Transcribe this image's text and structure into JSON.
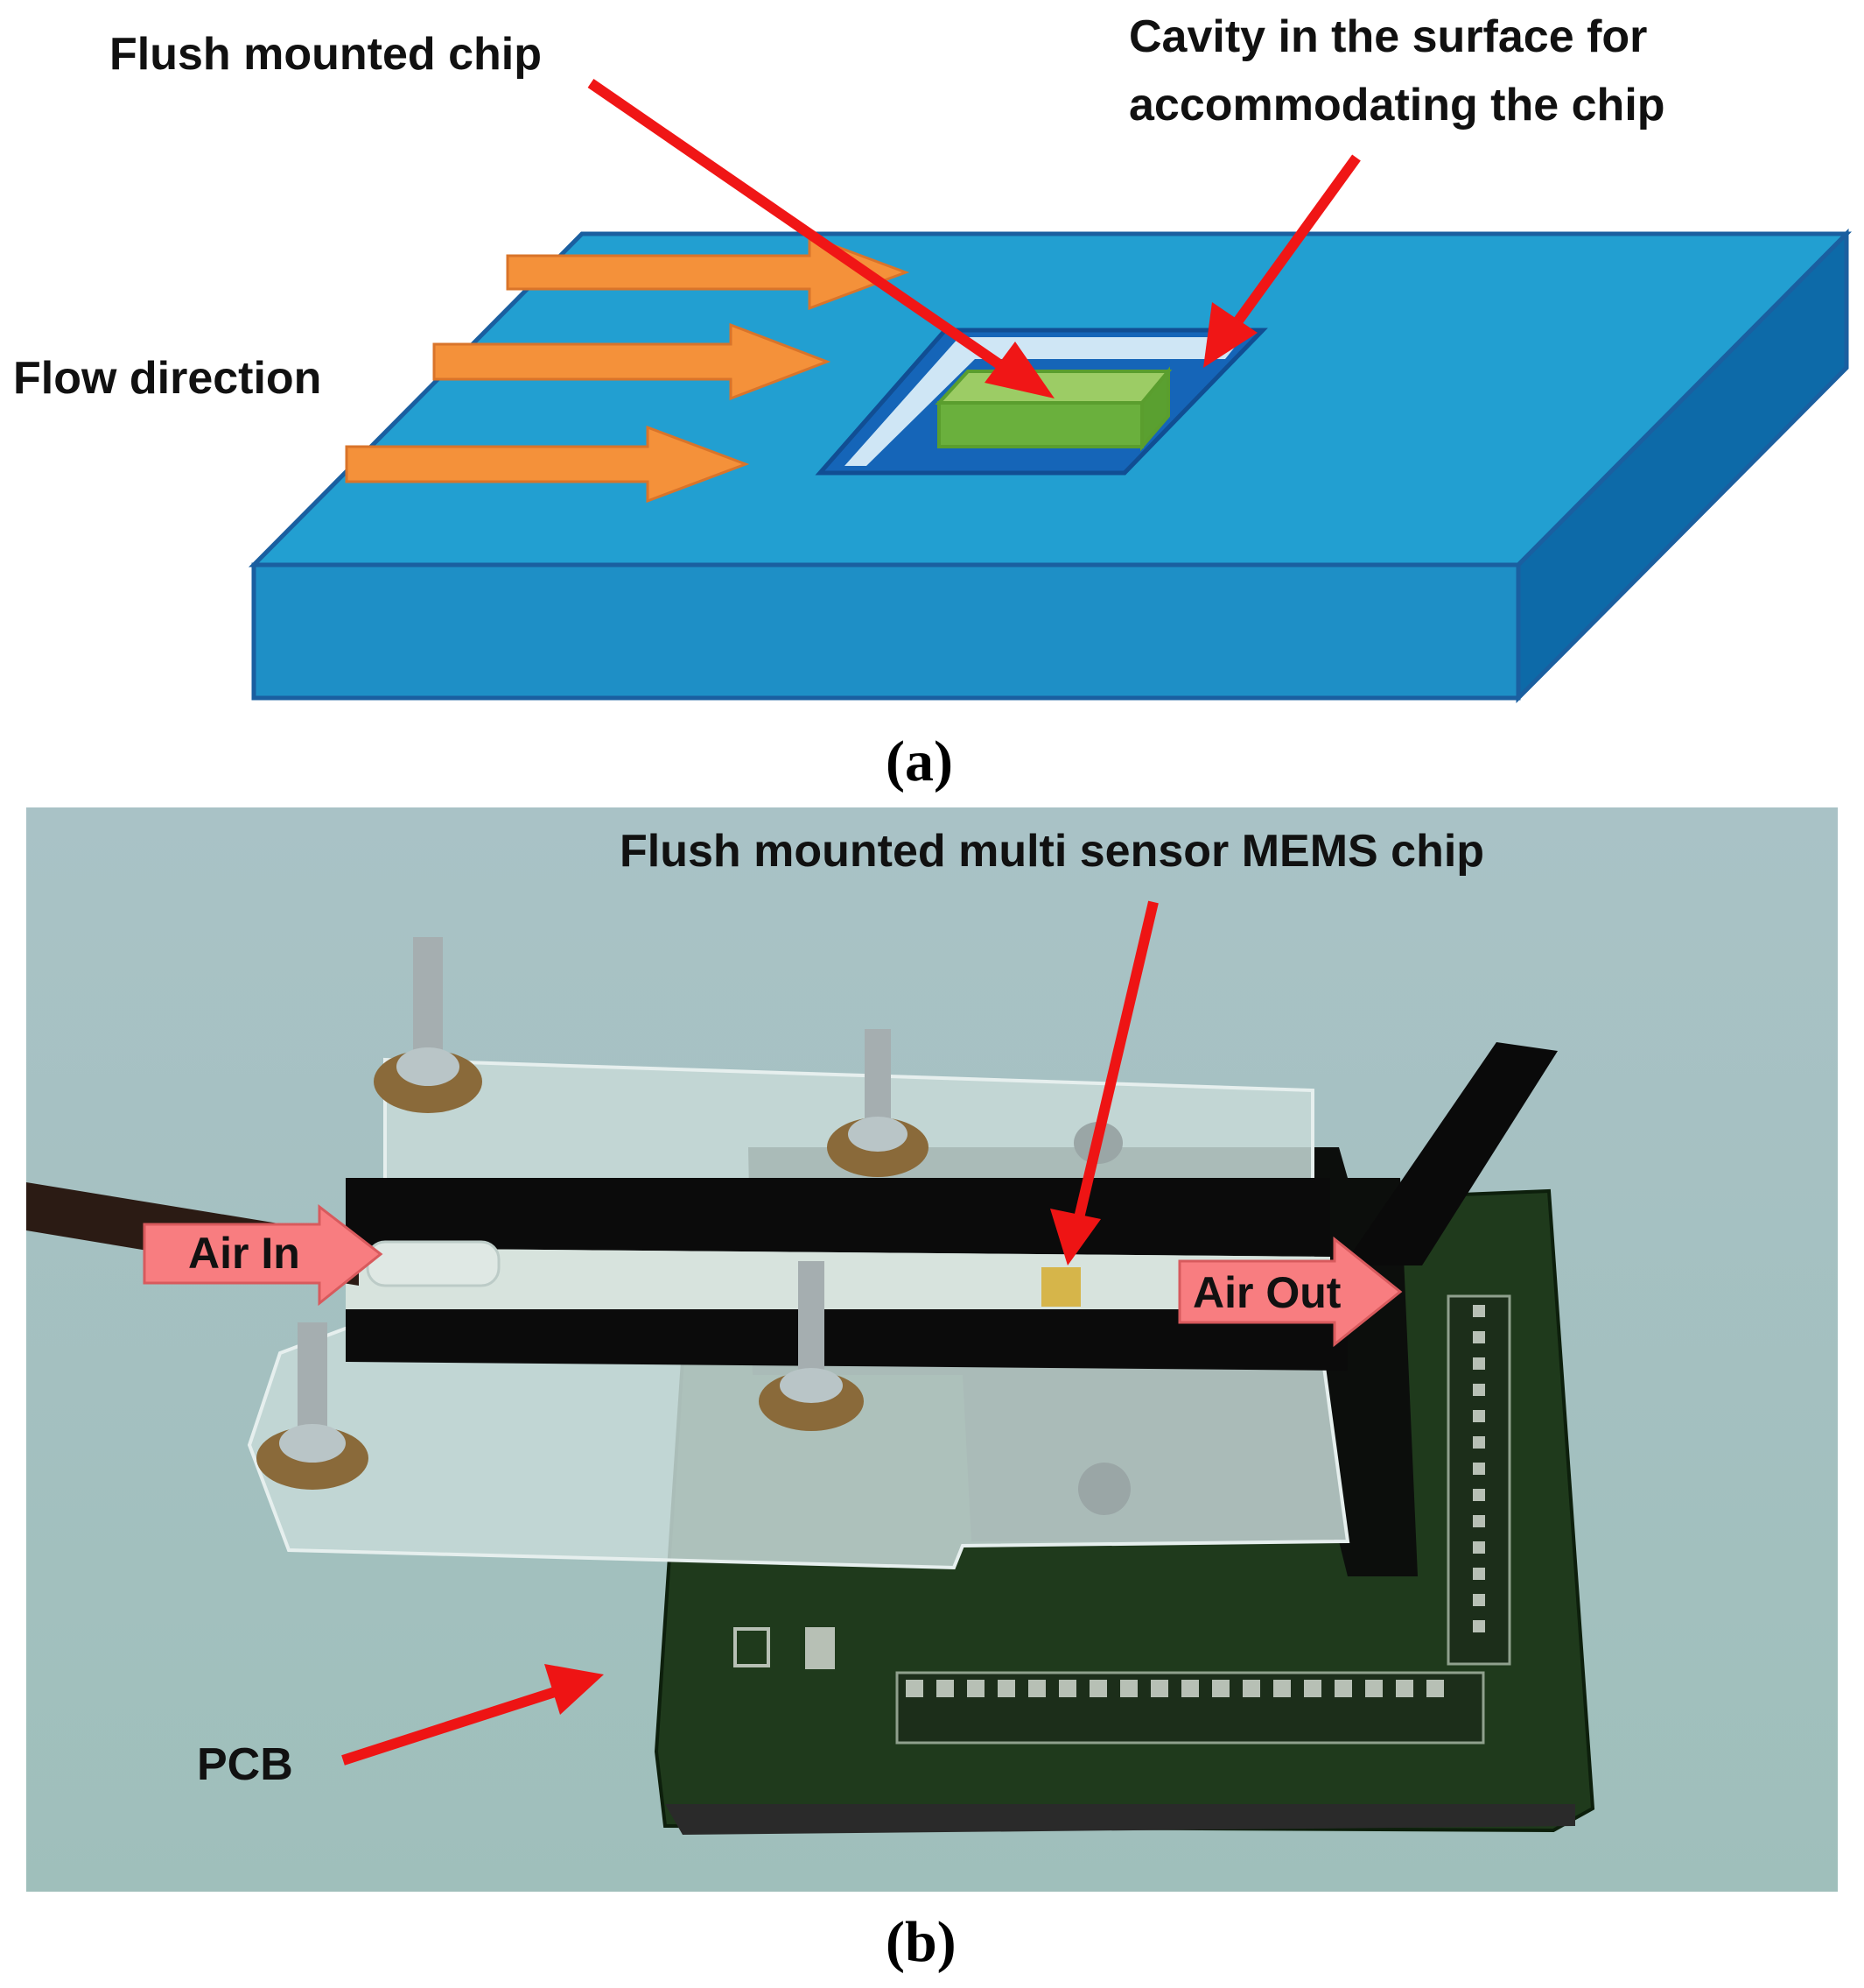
{
  "panel_a": {
    "label_chip": "Flush mounted chip",
    "label_cavity_line1": "Cavity in the surface for",
    "label_cavity_line2": "accommodating the chip",
    "label_flow": "Flow direction",
    "caption": "(a)",
    "colors": {
      "plate_top": "#229fd1",
      "plate_front": "#1e8fc6",
      "plate_side": "#0d6aa8",
      "plate_edge": "#1a5fa0",
      "cavity": "#1565b8",
      "cavity_gap": "#cfe6f5",
      "chip_top": "#9ccc65",
      "chip_side": "#6ab03d",
      "flow_arrow": "#f4913a",
      "pointer_arrow": "#f01616"
    }
  },
  "panel_b": {
    "label_mems": "Flush mounted multi sensor MEMS chip",
    "tag_air_in": "Air In",
    "tag_air_out": "Air Out",
    "label_pcb": "PCB",
    "caption": "(b)",
    "colors": {
      "background": "#a7c4c4",
      "pcb": "#1f3a1c",
      "acrylic": "#c7d9d7",
      "channel": "#0b0b0b",
      "tag": "#f87d80",
      "pointer_arrow": "#ee1414"
    }
  }
}
